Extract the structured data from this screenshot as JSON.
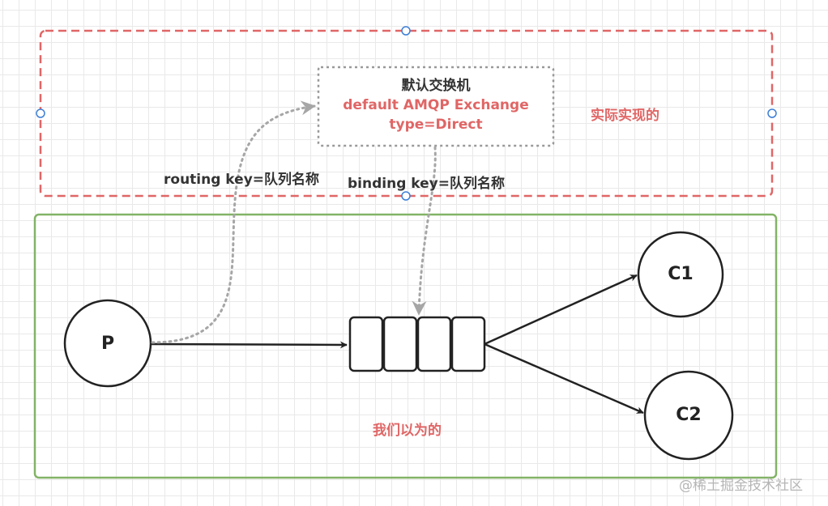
{
  "actual_region": {
    "label": "实际实现的",
    "border_color": "#e06666"
  },
  "exchange": {
    "name_cn": "默认交换机",
    "name_en": "default AMQP Exchange",
    "type": "type=Direct"
  },
  "routing_key_label": "routing key=队列名称",
  "binding_key_label": "binding key=队列名称",
  "assumed_region": {
    "label": "我们以为的",
    "border_color": "#82b366"
  },
  "nodes": {
    "producer": "P",
    "consumer_1": "C1",
    "consumer_2": "C2"
  },
  "queue": {
    "cells": 4
  },
  "watermark": "@稀土掘金技术社区",
  "colors": {
    "accent_red": "#e06666",
    "green": "#82b366",
    "dotted_arrow": "#a6a6a6",
    "selection_handle": "#3d7fd6"
  }
}
